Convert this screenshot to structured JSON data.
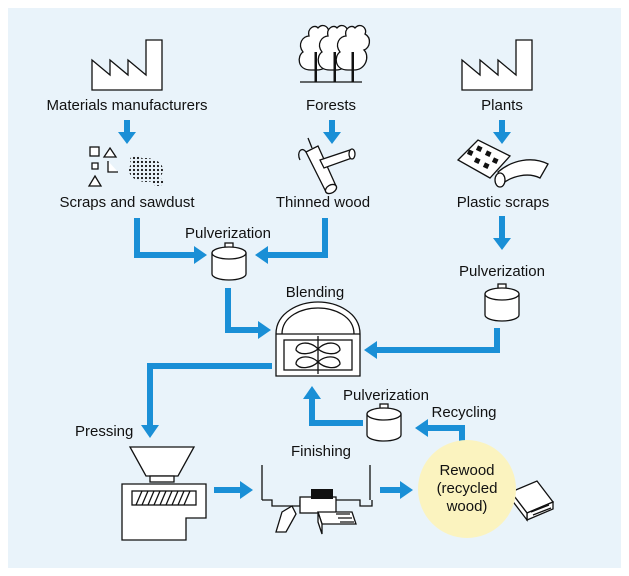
{
  "nodes": {
    "materials_manufacturers": "Materials manufacturers",
    "forests": "Forests",
    "plants": "Plants",
    "scraps_and_sawdust": "Scraps and sawdust",
    "thinned_wood": "Thinned wood",
    "plastic_scraps": "Plastic scraps",
    "pulverization_left": "Pulverization",
    "pulverization_right": "Pulverization",
    "pulverization_recycle": "Pulverization",
    "blending": "Blending",
    "pressing": "Pressing",
    "finishing": "Finishing",
    "recycling": "Recycling",
    "rewood": [
      "Rewood",
      "(recycled",
      "wood)"
    ]
  },
  "icons": [
    "factory-icon",
    "trees-icon",
    "scraps-icon",
    "logs-icon",
    "plastic-sheet-icon",
    "pulverizer-icon",
    "blender-tank-icon",
    "extruder-icon",
    "finishing-machine-icon",
    "wood-plank-icon"
  ],
  "colors": {
    "background": "#e9f3fa",
    "arrow": "#1a8fd6",
    "rewood_circle": "#fbf3bf"
  }
}
